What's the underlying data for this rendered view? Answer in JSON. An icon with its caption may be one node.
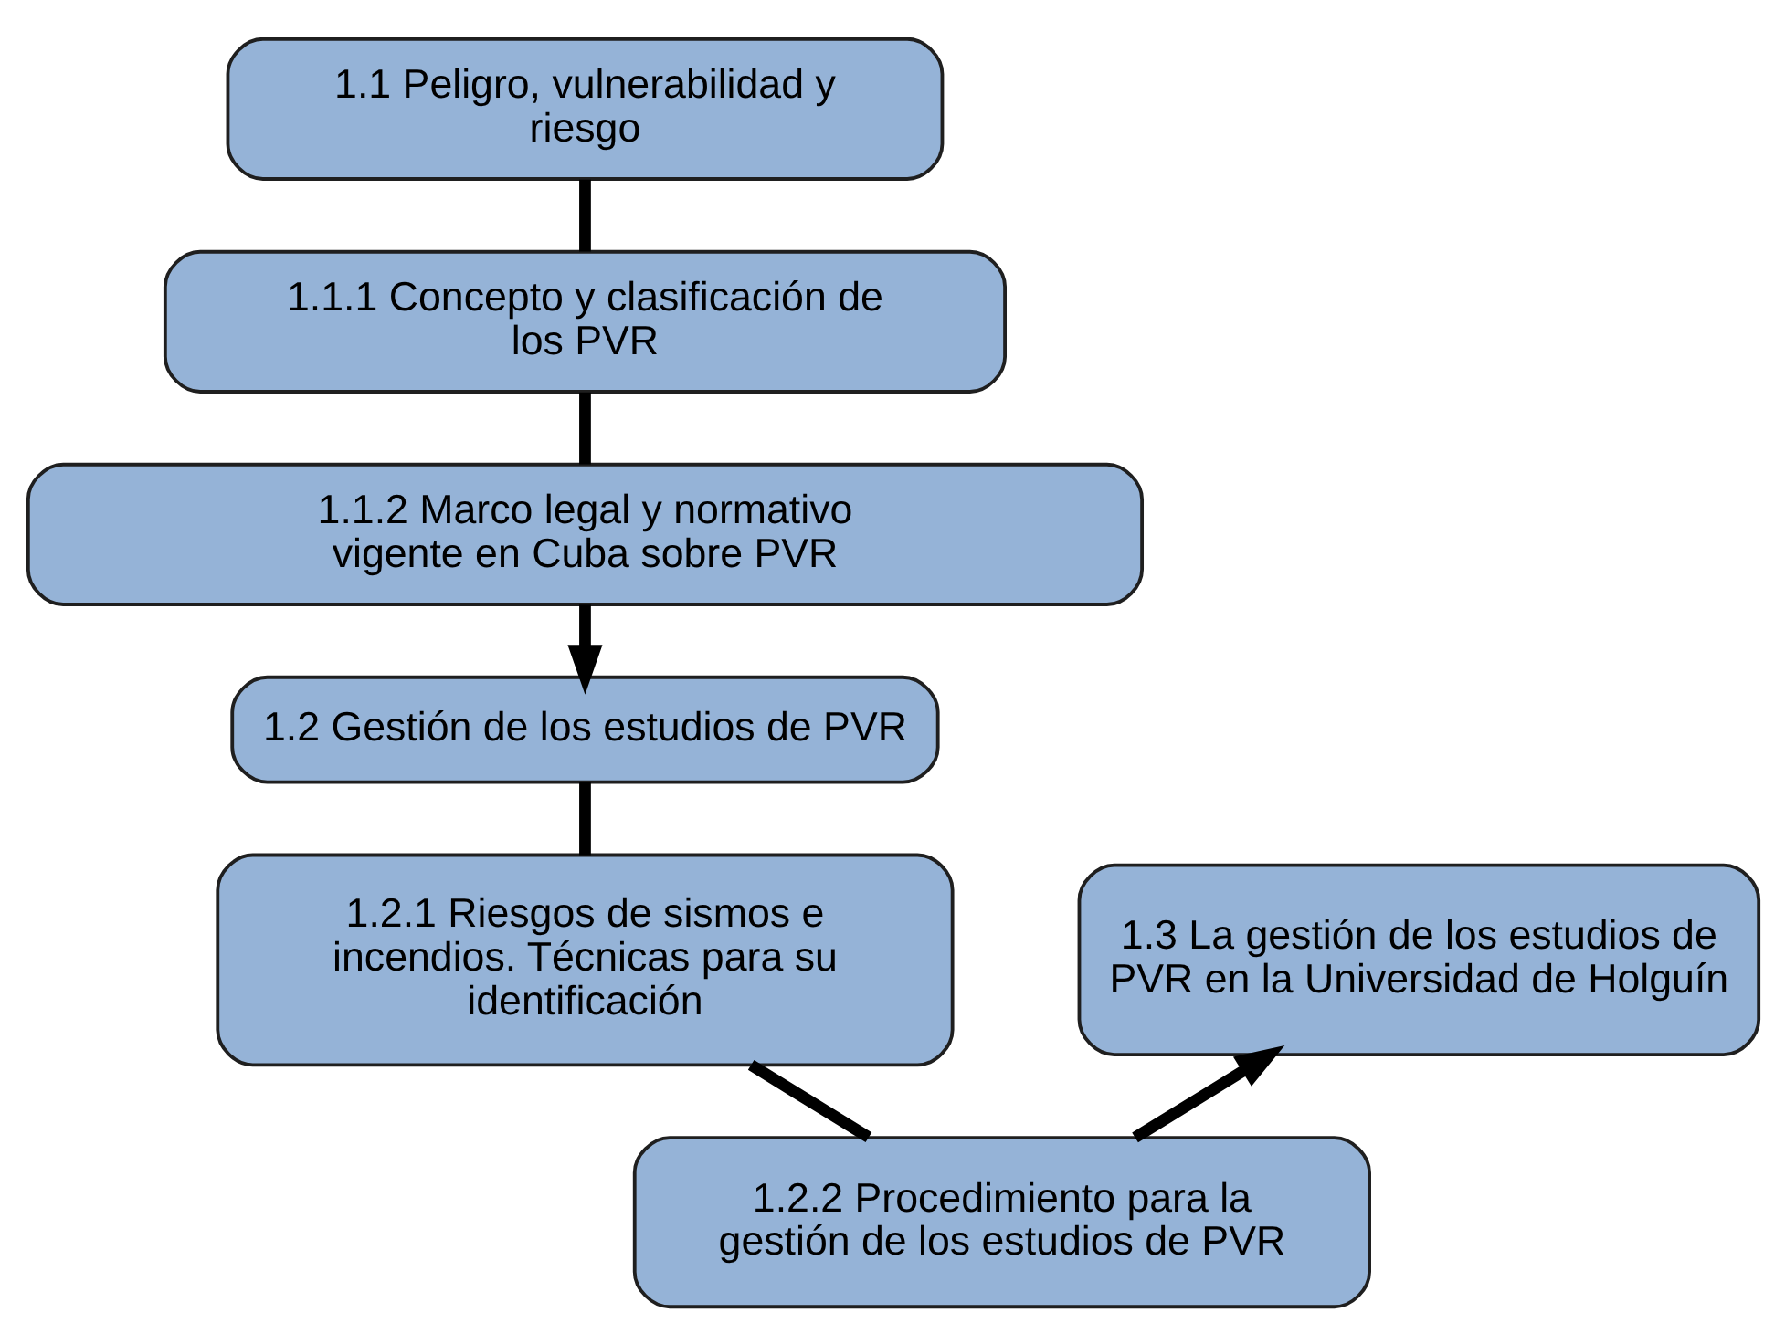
{
  "diagram": {
    "nodes": [
      {
        "text": [
          "1.1 Peligro, vulnerabilidad y riesgo"
        ]
      },
      {
        "text": [
          "1.1.1 Concepto y clasificación de los PVR"
        ]
      },
      {
        "text": [
          "1.1.2 Marco legal y normativo vigente en Cuba sobre PVR"
        ]
      },
      {
        "text": [
          "1.2 Gestión de los estudios de PVR"
        ]
      },
      {
        "text": [
          "1.2.1 Riesgos de sismos e incendios. Técnicas para su identificación"
        ]
      },
      {
        "text": [
          "1.3 La gestión de los estudios de PVR en la Universidad de Holguín"
        ]
      },
      {
        "text": [
          "1.2.2 Procedimiento para la gestión de los estudios de PVR"
        ]
      }
    ],
    "edges": [
      {
        "from": 0,
        "to": 1,
        "arrow": "none"
      },
      {
        "from": 1,
        "to": 2,
        "arrow": "none"
      },
      {
        "from": 2,
        "to": 3,
        "arrow": "to"
      },
      {
        "from": 3,
        "to": 4,
        "arrow": "none"
      },
      {
        "from": 4,
        "to": 6,
        "arrow": "none"
      },
      {
        "from": 6,
        "to": 5,
        "arrow": "to"
      }
    ]
  }
}
